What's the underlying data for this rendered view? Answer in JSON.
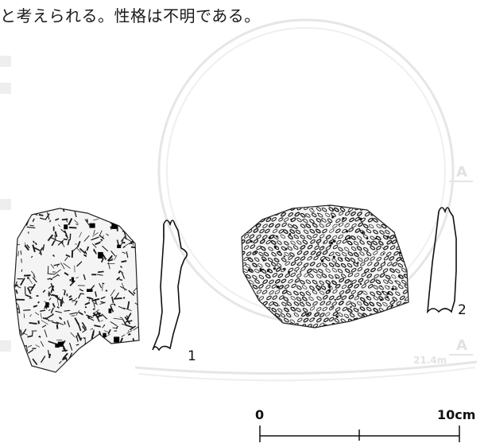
{
  "text": {
    "sentence": "と考えられる。性格は不明である。"
  },
  "figures": [
    {
      "number": "1"
    },
    {
      "number": "2"
    }
  ],
  "scale_bar": {
    "start_label": "0",
    "end_label": "10cm"
  },
  "background_plan": {
    "labels": [
      "A",
      "A",
      "21.4m"
    ]
  },
  "colors": {
    "ink": "#111111",
    "faint_plan": "#e4e4e4",
    "page": "#ffffff"
  }
}
